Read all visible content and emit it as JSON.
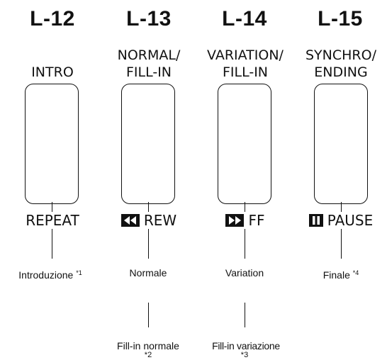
{
  "columns": [
    {
      "code": "L-12",
      "label": "INTRO",
      "sub": "REPEAT",
      "sub_icon": "",
      "description": "Introduzione",
      "description_note": "*1"
    },
    {
      "code": "L-13",
      "label": "NORMAL/\nFILL-IN",
      "sub": "REW",
      "sub_icon": "rewind-icon",
      "description": "Normale",
      "description2": "Fill-in normale",
      "description2_note": "*2"
    },
    {
      "code": "L-14",
      "label": "VARIATION/\nFILL-IN",
      "sub": "FF",
      "sub_icon": "fast-forward-icon",
      "description": "Variation",
      "description2": "Fill-in variazione",
      "description2_note": "*3"
    },
    {
      "code": "L-15",
      "label": "SYNCHRO/\nENDING",
      "sub": "PAUSE",
      "sub_icon": "pause-icon",
      "description": "Finale",
      "description_note": "*4"
    }
  ]
}
